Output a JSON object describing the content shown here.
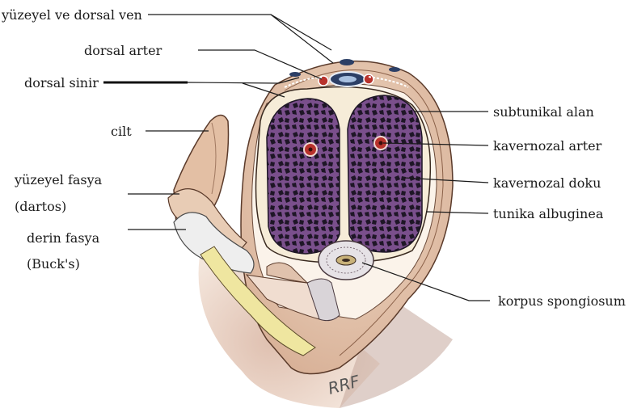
{
  "labels_left": {
    "superficial_dorsal_vein": "yüzeyel ve dorsal ven",
    "dorsal_artery": "dorsal arter",
    "dorsal_nerve": "dorsal sinir",
    "skin": "cilt",
    "superficial_fascia_line1": "yüzeyel fasya",
    "superficial_fascia_line2": "(dartos)",
    "deep_fascia_line1": "derin fasya",
    "deep_fascia_line2": "(Buck's)"
  },
  "labels_right": {
    "subtunical_space": "subtunikal alan",
    "cavernosal_artery": "kavernozal arter",
    "cavernosal_tissue": "kavernozal doku",
    "tunica_albuginea": "tunika albuginea",
    "corpus_spongiosum": "korpus spongiosum"
  },
  "signature": "RRF",
  "colors": {
    "skin": "#e8c9b0",
    "skin_shadow": "#d9b49a",
    "fascia": "#f0e0d0",
    "tunica": "#f6ecd8",
    "cavernosal_dark": "#221a2a",
    "cavernosal_purple": "#7a4f8c",
    "artery_red": "#b8322c",
    "vein_blue": "#2c3f66",
    "fat_yellow": "#efe6a0"
  }
}
